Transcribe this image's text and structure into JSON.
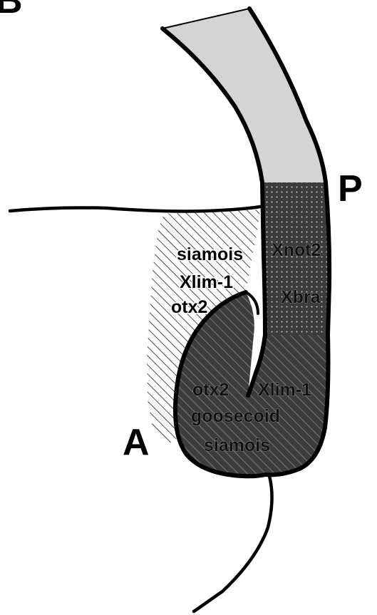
{
  "panel_letter": "B",
  "labels": {
    "posterior": "P",
    "anterior": "A"
  },
  "regions": {
    "hatched_left": [
      "siamois",
      "Xlim-1",
      "otx2"
    ],
    "dotted_posterior": [
      "Xnot2",
      "Xbra"
    ],
    "head_organizer": [
      "otx2",
      "Xlim-1",
      "goosecoid",
      "siamois"
    ]
  },
  "colors": {
    "outline": "#000000",
    "light_fill": "#d4d4d4",
    "dark_fill": "#3c3c3c"
  }
}
